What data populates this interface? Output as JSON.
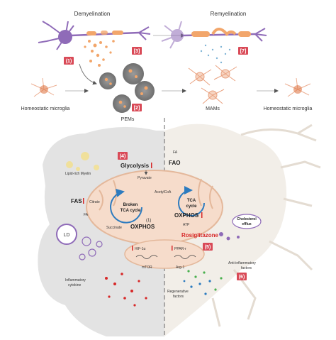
{
  "headers": {
    "demyelination": "Demyelination",
    "remyelination": "Remyelination"
  },
  "labels": {
    "homeostatic_left": "Homeostatic microglia",
    "pems": "PEMs",
    "mams": "MAMs",
    "homeostatic_right": "Homeostatic microglia",
    "glycolysis": "Glycolysis",
    "pyruvate": "Pyruvate",
    "fa_top": "FA",
    "fao": "FAO",
    "lipid_myelin": "Lipid-rich Myelin",
    "acetylcoa": "AcetylCoA",
    "citrate": "Citrate",
    "fas": "FAS",
    "broken_tca": "Broken\nTCA cycle",
    "tca": "TCA\ncycle",
    "fa_left": "FA",
    "ld": "LD",
    "succinate": "Succinate",
    "oxphos_left": "OXPHOS",
    "oxphos_right": "OXPHOS",
    "atp": "ATP",
    "cholesterol": "Cholesterol\nefflux",
    "rosiglitazone": "Rosiglitazone",
    "hif": "HIF-1α",
    "mtor": "mTOR",
    "ppar": "PPAR-r",
    "arg1": "Arg-1",
    "inflammatory": "Inflammatory\ncytokine",
    "anti_inflammatory": "Anti-inflammatory\nfactors",
    "regenerative": "Regenerative\nfactors"
  },
  "badges": {
    "b1": "(1)",
    "b2": "[2]",
    "b3": "[3]",
    "b4": "(4)",
    "b5": "(5)",
    "b6": "(6)",
    "b7": "[7]",
    "b1_inline": "(1)"
  },
  "colors": {
    "neuron": "#8f6bb8",
    "myelin": "#f2a66b",
    "microglia": "#e07a4a",
    "badge": "#d94a57",
    "mito": "#f6dccb",
    "arrow_blue": "#2c7bbf",
    "red_text": "#d72828"
  }
}
